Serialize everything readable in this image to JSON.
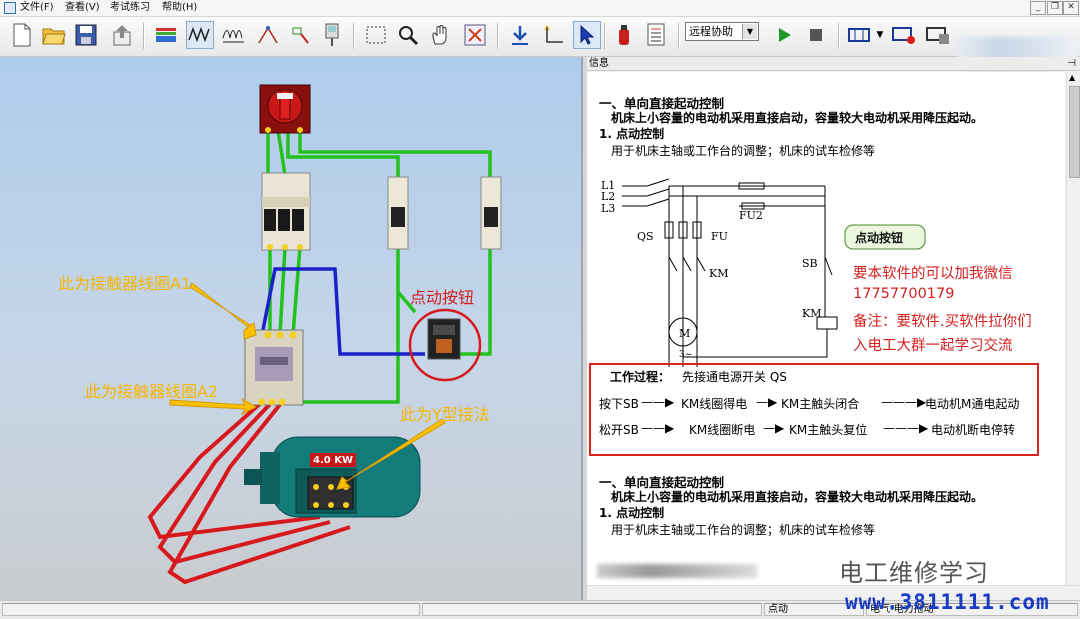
{
  "menubar": {
    "items": [
      "文件(F)",
      "查看(V)",
      "考试练习",
      "帮助(H)"
    ]
  },
  "window_controls": {
    "minimize": "_",
    "restore": "❐",
    "close": "✕"
  },
  "toolbar": {
    "mode_select": "远程协助"
  },
  "canvas": {
    "labels": {
      "coil_a1": "此为接触器线圈A1",
      "coil_a2": "此为接触器线圈A2",
      "jog_button": "点动按钮",
      "y_connection": "此为Y型接法"
    },
    "motor_power": "4.0 KW",
    "colors": {
      "green_wire": "#21c21c",
      "blue_wire": "#1a22c8",
      "red_wire": "#d7181c",
      "label_orange": "#f7b500",
      "annotation_red": "#d41f1f"
    }
  },
  "info_panel": {
    "header": "信息",
    "pin": "⊣",
    "section1": {
      "title": "一、单向直接起动控制",
      "subtitle": "机床上小容量的电动机采用直接启动，容量较大电动机采用降压起动。",
      "item_title": "1. 点动控制",
      "item_desc": "用于机床主轴或工作台的调整；机床的试车检修等"
    },
    "diagram": {
      "l1": "L1",
      "l2": "L2",
      "l3": "L3",
      "qs": "QS",
      "fu": "FU",
      "fu2": "FU2",
      "km": "KM",
      "km2": "KM",
      "sb": "SB",
      "motor": "M",
      "motor_sub": "3~",
      "callout": "点动按钮"
    },
    "ad": {
      "line1": "要本软件的可以加我微信",
      "line2": "17757700179",
      "line3": "备注：要软件.买软件拉你们",
      "line4": "入电工大群一起学习交流"
    },
    "process": {
      "title": "工作过程：",
      "title_rest": "先接通电源开关 QS",
      "row1": [
        "按下SB",
        "KM线圈得电",
        "KM主触头闭合",
        "电动机M通电起动"
      ],
      "row2": [
        "松开SB",
        "KM线圈断电",
        "KM主触头复位",
        "电动机断电停转"
      ]
    },
    "section2": {
      "title": "一、单向直接起动控制",
      "subtitle": "机床上小容量的电动机采用直接启动，容量较大电动机采用降压起动。",
      "item_title": "1. 点动控制",
      "item_desc": "用于机床主轴或工作台的调整；机床的试车检修等"
    },
    "watermark": "电工维修学习",
    "url": "www.3811111.com"
  },
  "statusbar": {
    "cell_mode": "点动",
    "cell_info": "电气-电力拖动"
  }
}
